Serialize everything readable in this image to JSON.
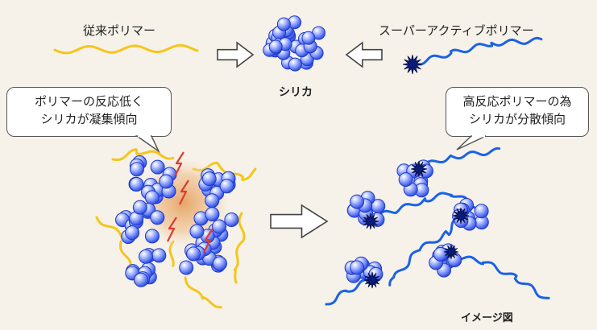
{
  "labels": {
    "conventional_polymer": "従来ポリマー",
    "super_active_polymer": "スーパーアクティブポリマー",
    "silica": "シリカ",
    "image_caption": "イメージ図"
  },
  "bubbles": {
    "left": {
      "line1": "ポリマーの反応低く",
      "line2": "シリカが凝集傾向"
    },
    "right": {
      "line1": "高反応ポリマーの為",
      "line2": "シリカが分散傾向"
    }
  },
  "colors": {
    "background": "#f6f2ea",
    "conventional_polymer": "#f5c51a",
    "active_polymer": "#1a62e6",
    "silica_particle": "#3c5df0",
    "reactive_end": "#0b1b7a",
    "weak_bond": "#e03a2e",
    "arrow_outline": "#444444"
  }
}
